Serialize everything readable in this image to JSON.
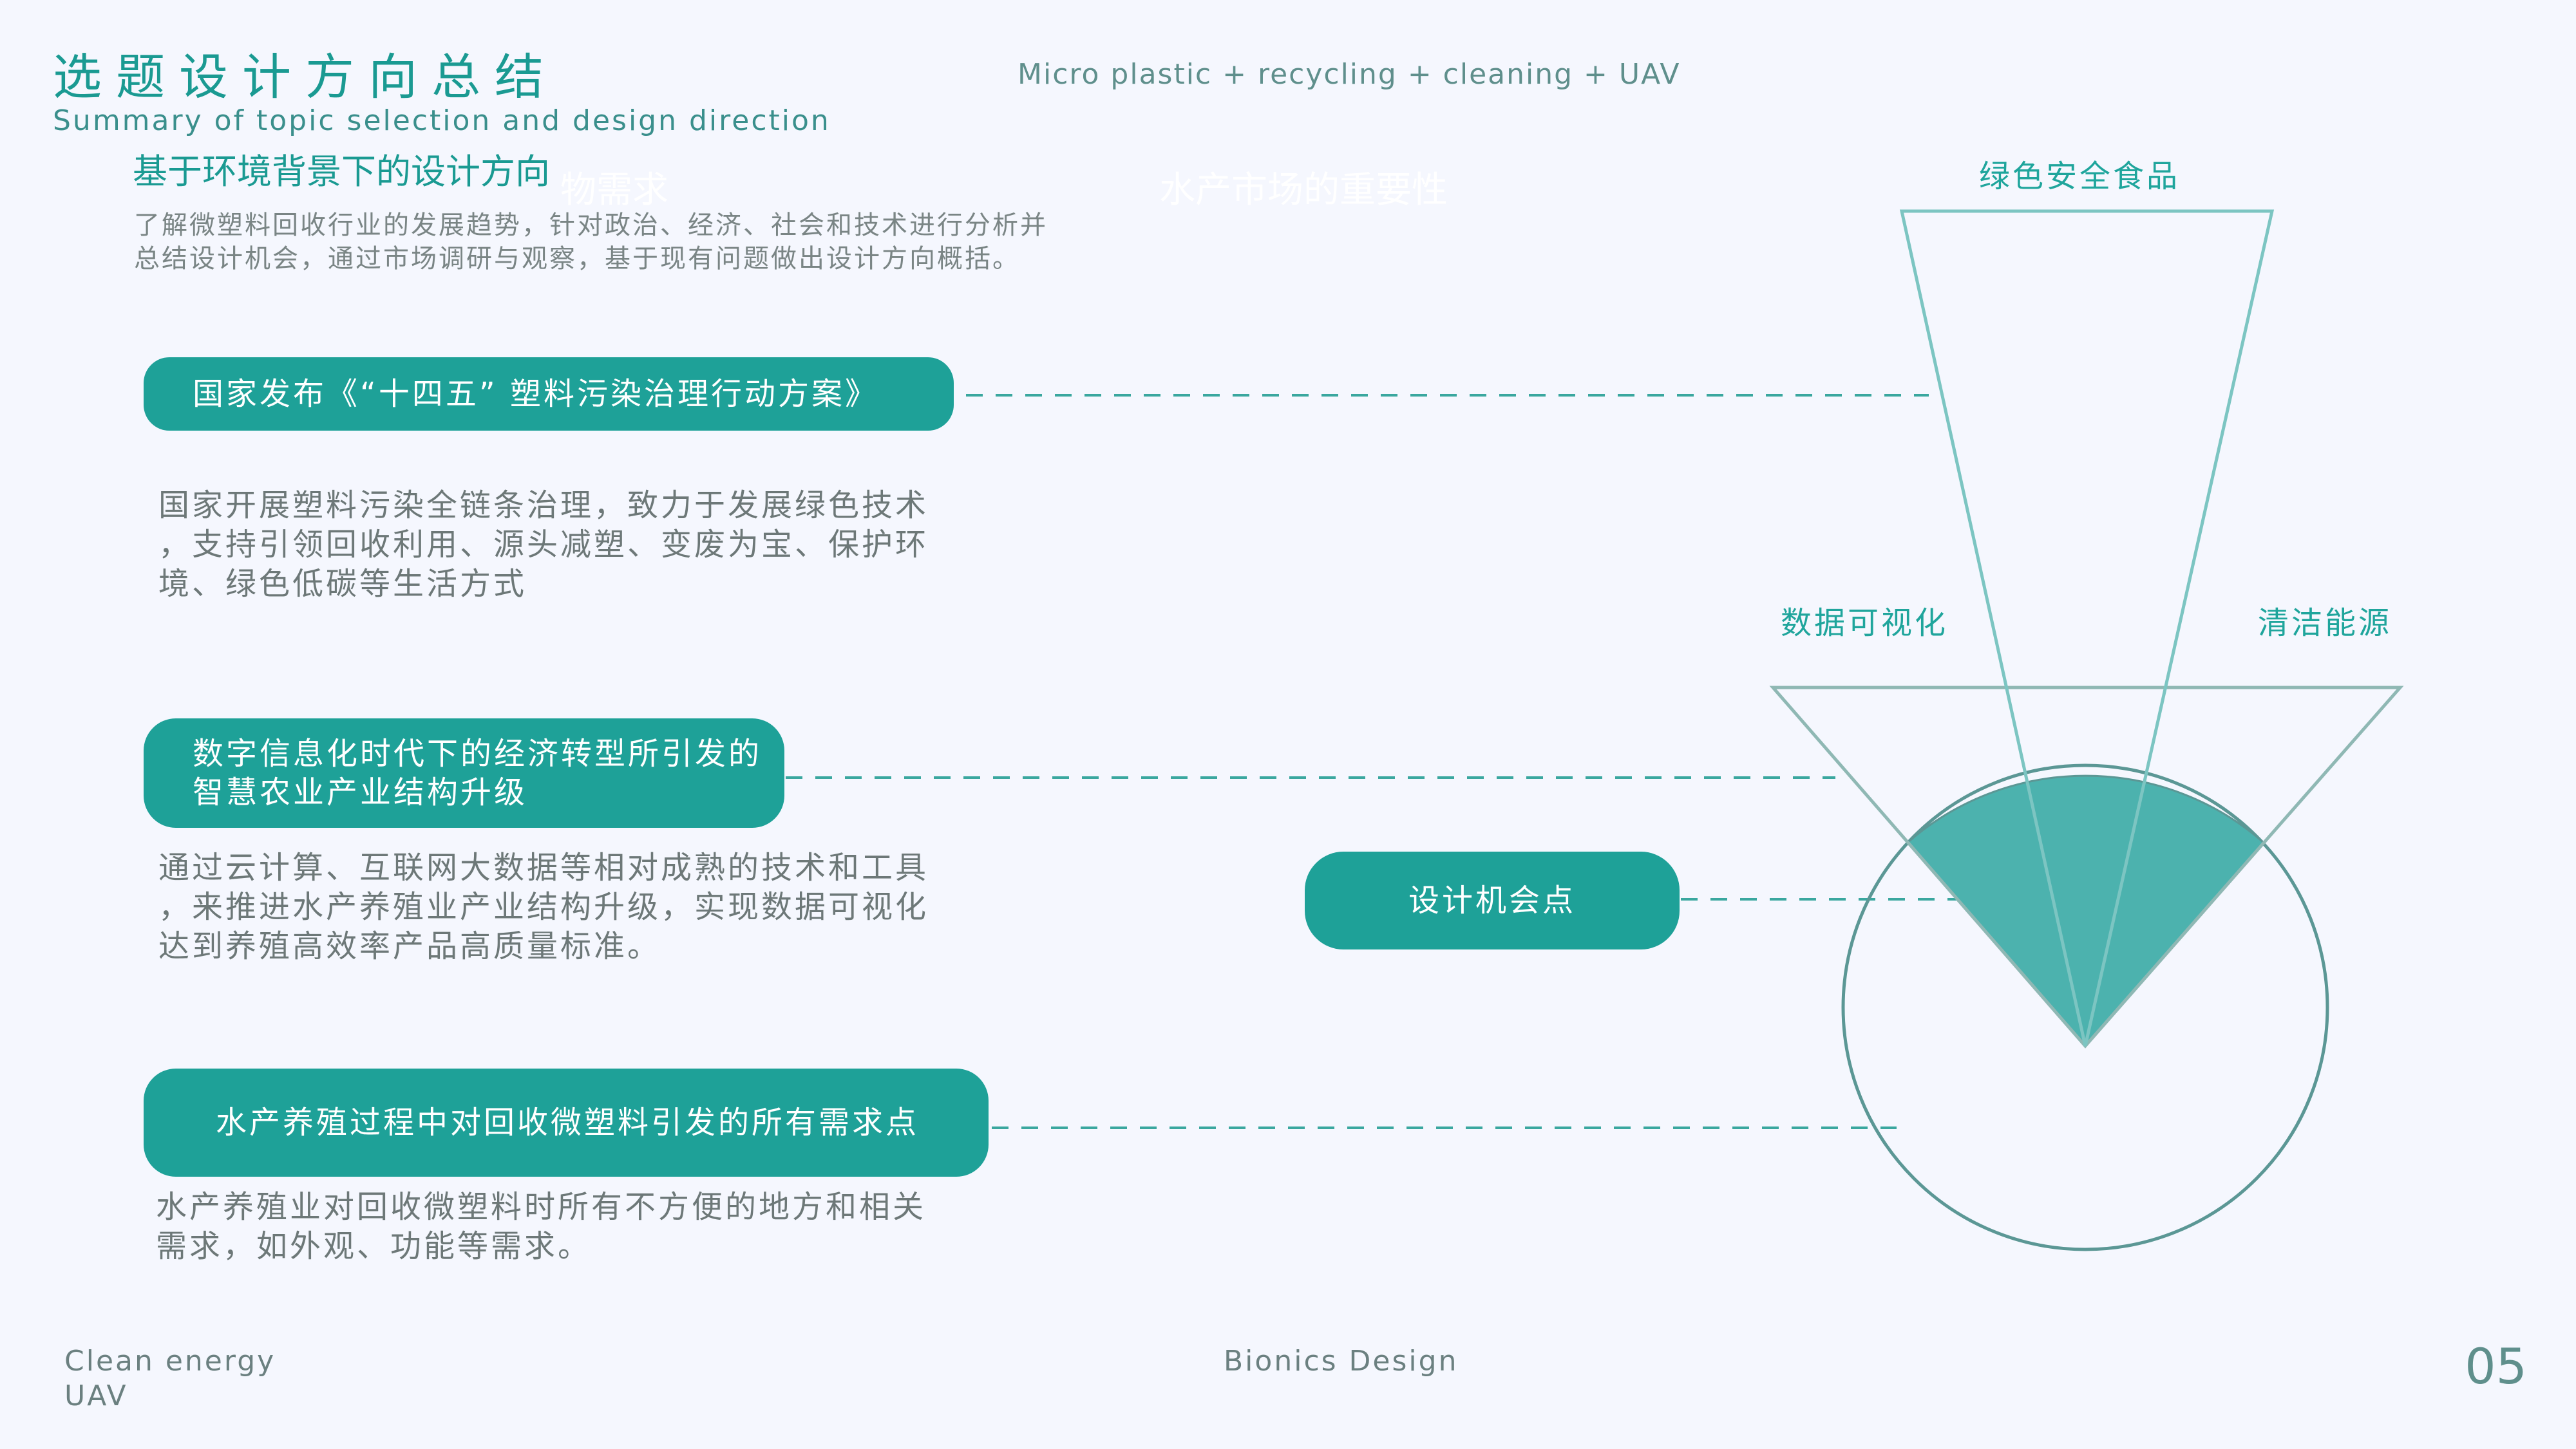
{
  "header": {
    "title_cn": "选题设计方向总结",
    "title_en": "Summary of topic selection and design direction",
    "tagline": "Micro plastic + recycling + cleaning + UAV",
    "ghost_1": "物需求",
    "ghost_2": "水产市场的重要性"
  },
  "intro": {
    "heading": "基于环境背景下的设计方向",
    "line1": "了解微塑料回收行业的发展趋势，针对政治、经济、社会和技术进行分析并",
    "line2": "总结设计机会，通过市场调研与观察，基于现有问题做出设计方向概括。"
  },
  "factors": [
    {
      "pill": "国家发布《“十四五” 塑料污染治理行动方案》",
      "pill_line2": "",
      "body": [
        "国家开展塑料污染全链条治理，致力于发展绿色技术",
        "，支持引领回收利用、源头减塑、变废为宝、保护环",
        "境、绿色低碳等生活方式"
      ]
    },
    {
      "pill": "数字信息化时代下的经济转型所引发的",
      "pill_line2": "智慧农业产业结构升级",
      "body": [
        "通过云计算、互联网大数据等相对成熟的技术和工具",
        "，来推进水产养殖业产业结构升级，实现数据可视化",
        "达到养殖高效率产品高质量标准。"
      ]
    },
    {
      "pill": "水产养殖过程中对回收微塑料引发的所有需求点",
      "pill_line2": "",
      "body": [
        "水产养殖业对回收微塑料时所有不方便的地方和相关",
        "需求，如外观、功能等需求。"
      ]
    }
  ],
  "diagram": {
    "top_label": "绿色安全食品",
    "left_label": "数据可视化",
    "right_label": "清洁能源",
    "center_label": "设计机会点",
    "colors": {
      "accent": "#1ea198",
      "fill": "#4cb2ae",
      "outline_top": "#7cc5c2",
      "outline_mid": "#8fb8b4",
      "circle": "#5b9795"
    }
  },
  "footer": {
    "left_line1": "Clean energy",
    "left_line2": "UAV",
    "center": "Bionics Design",
    "page": "05"
  }
}
